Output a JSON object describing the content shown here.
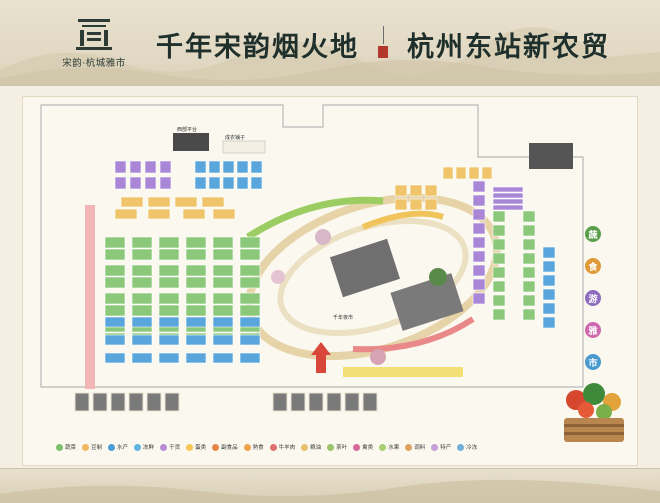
{
  "header": {
    "logo_text": "宋韵·杭城雅市",
    "title_left": "千年宋韵烟火地",
    "title_right": "杭州东站新农贸"
  },
  "map": {
    "labels": {
      "top_room_a": "西部平台",
      "top_room_b": "成衣铺子",
      "plaza": "千年夜市"
    }
  },
  "side_categories": [
    {
      "glyph": "蔬",
      "color": "#5aa04a"
    },
    {
      "glyph": "食",
      "color": "#e19a3a"
    },
    {
      "glyph": "游",
      "color": "#8d6cc0"
    },
    {
      "glyph": "雅",
      "color": "#d06ab0"
    },
    {
      "glyph": "市",
      "color": "#4a9ad0"
    }
  ],
  "legend": [
    {
      "label": "蔬菜",
      "color": "#7cc06c"
    },
    {
      "label": "豆制",
      "color": "#f0b860"
    },
    {
      "label": "水产",
      "color": "#4c9cd8"
    },
    {
      "label": "冻鲜",
      "color": "#5fb5e0"
    },
    {
      "label": "干货",
      "color": "#b98bd6"
    },
    {
      "label": "蛋类",
      "color": "#f6c654"
    },
    {
      "label": "副食品",
      "color": "#e88648"
    },
    {
      "label": "熟食",
      "color": "#f0a24a"
    },
    {
      "label": "牛羊肉",
      "color": "#e07070"
    },
    {
      "label": "粮油",
      "color": "#e8c070"
    },
    {
      "label": "茶叶",
      "color": "#9bc46a"
    },
    {
      "label": "禽类",
      "color": "#d66a9a"
    },
    {
      "label": "水果",
      "color": "#a7d070"
    },
    {
      "label": "调料",
      "color": "#e0a060"
    },
    {
      "label": "特产",
      "color": "#c8a0d8"
    },
    {
      "label": "冷冻",
      "color": "#70b0d8"
    }
  ],
  "colors": {
    "vegetable": "#8cc87a",
    "grain": "#f0c46a",
    "seafood": "#59a6dc",
    "dry": "#a987d6",
    "meat": "#e88a8a",
    "fruit": "#b8d880",
    "plaza_ring": "#e4d6b2",
    "building": "#6b6b6b",
    "wall": "#9a9a9a"
  }
}
